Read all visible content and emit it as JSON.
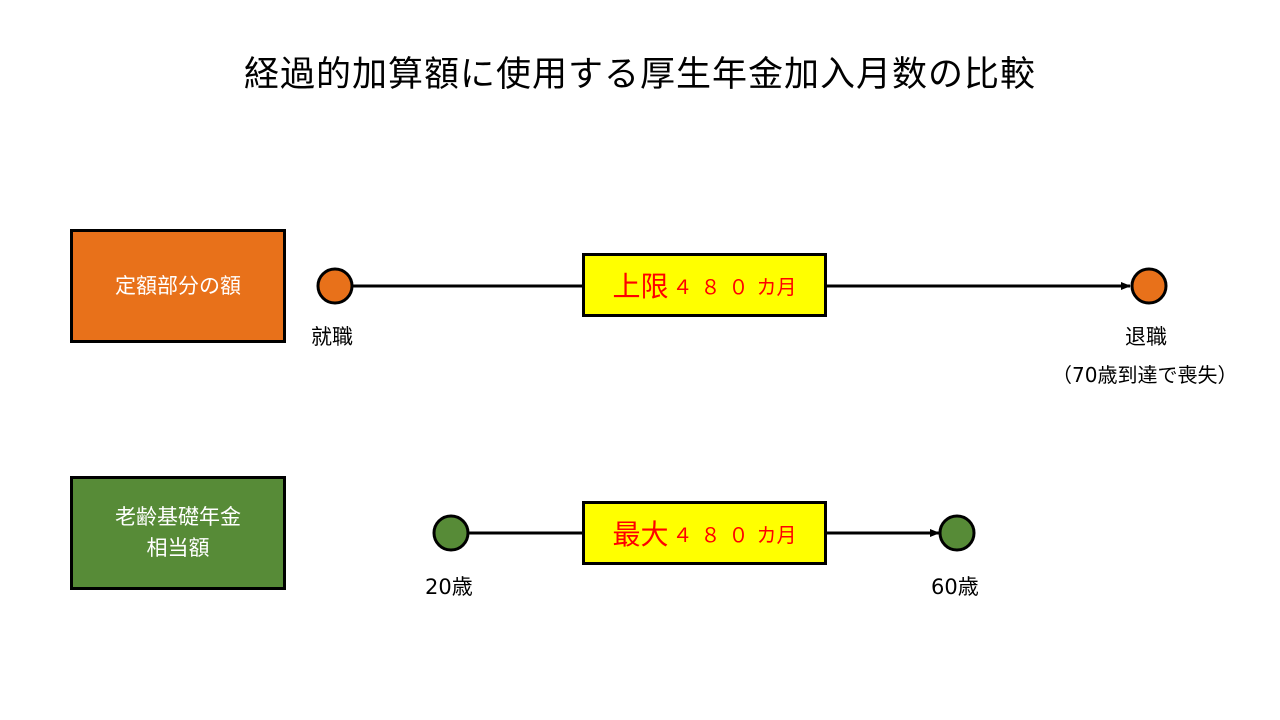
{
  "title": "経過的加算額に使用する厚生年金加入月数の比較",
  "colors": {
    "orange": "#e8711a",
    "green": "#578b37",
    "highlight": "#ffff00",
    "emphasis": "#ff0000"
  },
  "row1": {
    "label": "定額部分の額",
    "bracket": {
      "main": "上限",
      "number": "４８０",
      "unit": "カ月"
    },
    "start_label": "就職",
    "end_label": "退職",
    "end_note": "（70歳到達で喪失）"
  },
  "row2": {
    "label_line1": "老齢基礎年金",
    "label_line2": "相当額",
    "bracket": {
      "main": "最大",
      "number": "４８０",
      "unit": "カ月"
    },
    "start_label": "20歳",
    "end_label": "60歳"
  }
}
